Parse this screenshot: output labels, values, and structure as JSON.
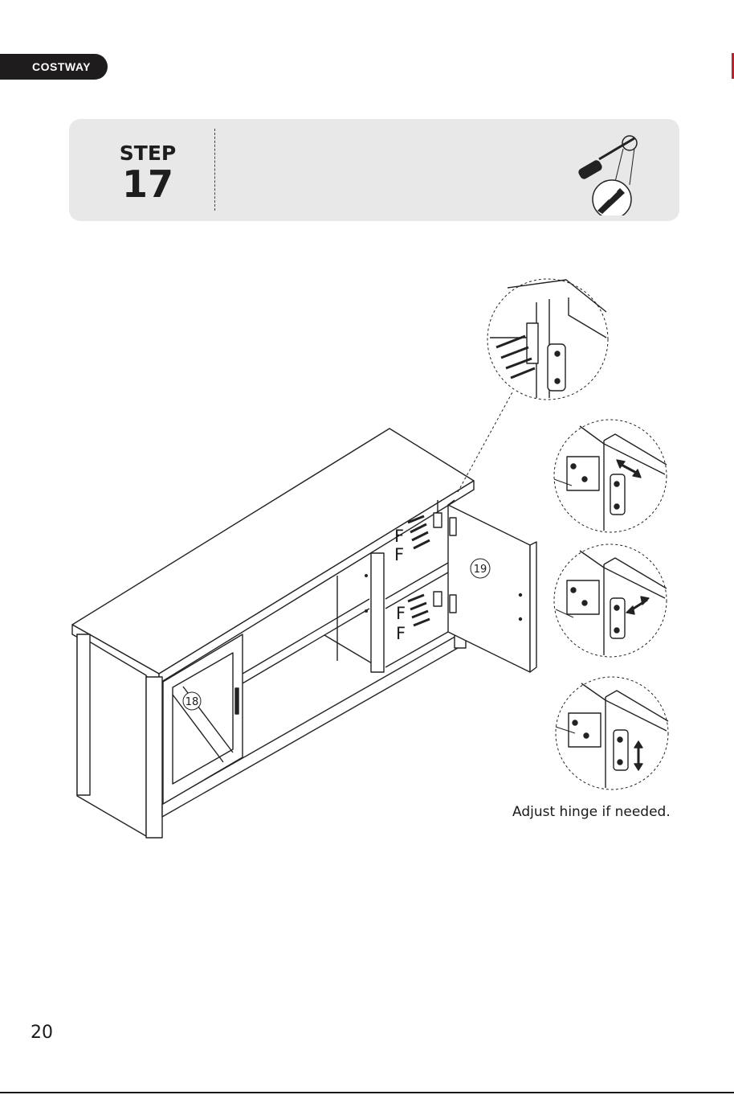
{
  "brand": {
    "name": "COSTWAY"
  },
  "step": {
    "label": "STEP",
    "number": "17"
  },
  "parts": {
    "glass_door": "18",
    "door": "19"
  },
  "hardware": {
    "screw_label": "F"
  },
  "caption": "Adjust hinge if needed.",
  "page_number": "20",
  "icons": {
    "tool": "screwdriver-icon"
  }
}
